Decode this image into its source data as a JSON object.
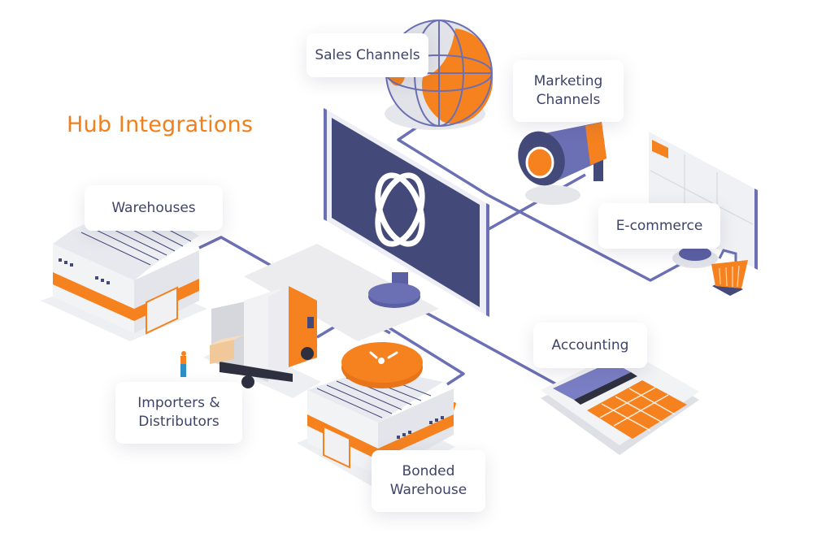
{
  "title": "Hub Integrations",
  "hub": {
    "name": "central-hub",
    "icon": "orbit-logo-icon"
  },
  "nodes": [
    {
      "id": "sales",
      "label": "Sales Channels",
      "icon": "globe-icon"
    },
    {
      "id": "marketing",
      "label": "Marketing\nChannels",
      "label_line1": "Marketing",
      "label_line2": "Channels",
      "icon": "megaphone-icon"
    },
    {
      "id": "ecommerce",
      "label": "E-commerce",
      "icon": "shopping-basket-icon"
    },
    {
      "id": "accounting",
      "label": "Accounting",
      "icon": "calculator-icon"
    },
    {
      "id": "warehouses",
      "label": "Warehouses",
      "icon": "warehouse-icon"
    },
    {
      "id": "importers",
      "label": "Importers & Distributors",
      "label_line1": "Importers &",
      "label_line2": "Distributors",
      "icon": "delivery-truck-icon"
    },
    {
      "id": "bonded",
      "label": "Bonded Warehouse",
      "label_line1": "Bonded",
      "label_line2": "Warehouse",
      "icon": "bonded-warehouse-icon"
    }
  ],
  "edges": [
    [
      "hub",
      "sales"
    ],
    [
      "hub",
      "marketing"
    ],
    [
      "hub",
      "ecommerce"
    ],
    [
      "hub",
      "accounting"
    ],
    [
      "hub",
      "warehouses"
    ],
    [
      "hub",
      "importers"
    ],
    [
      "hub",
      "bonded"
    ]
  ],
  "colors": {
    "accent_orange": "#f5821f",
    "navy": "#434a7a",
    "connector": "#6b6fb3",
    "label_text": "#3e4468",
    "title": "#f07f1e"
  }
}
